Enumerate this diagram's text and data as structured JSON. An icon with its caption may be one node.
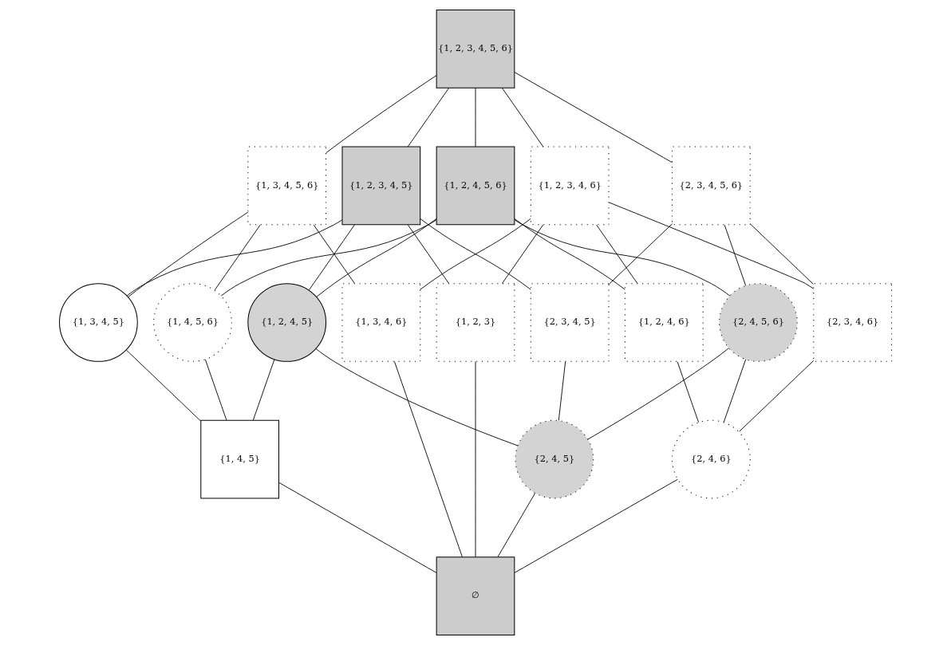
{
  "diagram": {
    "nodes": [
      {
        "text": [
          "{1, 2, 3, 4, 5, 6}"
        ]
      },
      {
        "text": [
          "{1, 3, 4, 5, 6}"
        ]
      },
      {
        "text": [
          "{1, 2, 3, 4, 5}"
        ]
      },
      {
        "text": [
          "{1, 2, 4, 5, 6}"
        ]
      },
      {
        "text": [
          "{1, 2, 3, 4, 6}"
        ]
      },
      {
        "text": [
          "{2, 3, 4, 5, 6}"
        ]
      },
      {
        "text": [
          "{1, 3, 4, 5}"
        ]
      },
      {
        "text": [
          "{1, 4, 5, 6}"
        ]
      },
      {
        "text": [
          "{1, 3, 4, 6}"
        ]
      },
      {
        "text": [
          "{1, 2, 4, 5}"
        ]
      },
      {
        "text": [
          "{1, 2, 3}"
        ]
      },
      {
        "text": [
          "{2, 3, 4, 5}"
        ]
      },
      {
        "text": [
          "{2, 4, 5, 6}"
        ]
      },
      {
        "text": [
          "{1, 2, 4, 6}"
        ]
      },
      {
        "text": [
          "{2, 3, 4, 6}"
        ]
      },
      {
        "text": [
          "{1, 4, 5}"
        ]
      },
      {
        "text": [
          "{2, 4, 5}"
        ]
      },
      {
        "text": [
          "{2, 4, 6}"
        ]
      },
      {
        "text": [
          "∅"
        ]
      }
    ],
    "edges": [
      {
        "from": 0,
        "to": 1,
        "arrow": "none"
      },
      {
        "from": 0,
        "to": 2,
        "arrow": "none"
      },
      {
        "from": 0,
        "to": 3,
        "arrow": "none"
      },
      {
        "from": 0,
        "to": 4,
        "arrow": "none"
      },
      {
        "from": 0,
        "to": 5,
        "arrow": "none"
      },
      {
        "from": 1,
        "to": 6,
        "arrow": "none"
      },
      {
        "from": 1,
        "to": 7,
        "arrow": "none"
      },
      {
        "from": 1,
        "to": 8,
        "arrow": "none"
      },
      {
        "from": 2,
        "to": 6,
        "arrow": "none"
      },
      {
        "from": 2,
        "to": 9,
        "arrow": "none"
      },
      {
        "from": 2,
        "to": 10,
        "arrow": "none"
      },
      {
        "from": 2,
        "to": 11,
        "arrow": "none"
      },
      {
        "from": 3,
        "to": 7,
        "arrow": "none"
      },
      {
        "from": 3,
        "to": 9,
        "arrow": "none"
      },
      {
        "from": 3,
        "to": 12,
        "arrow": "none"
      },
      {
        "from": 3,
        "to": 13,
        "arrow": "none"
      },
      {
        "from": 4,
        "to": 8,
        "arrow": "none"
      },
      {
        "from": 4,
        "to": 10,
        "arrow": "none"
      },
      {
        "from": 4,
        "to": 13,
        "arrow": "none"
      },
      {
        "from": 4,
        "to": 14,
        "arrow": "none"
      },
      {
        "from": 5,
        "to": 11,
        "arrow": "none"
      },
      {
        "from": 5,
        "to": 12,
        "arrow": "none"
      },
      {
        "from": 5,
        "to": 14,
        "arrow": "none"
      },
      {
        "from": 6,
        "to": 15,
        "arrow": "none"
      },
      {
        "from": 7,
        "to": 15,
        "arrow": "none"
      },
      {
        "from": 9,
        "to": 15,
        "arrow": "none"
      },
      {
        "from": 9,
        "to": 16,
        "arrow": "none"
      },
      {
        "from": 11,
        "to": 16,
        "arrow": "none"
      },
      {
        "from": 12,
        "to": 16,
        "arrow": "none"
      },
      {
        "from": 12,
        "to": 17,
        "arrow": "none"
      },
      {
        "from": 13,
        "to": 17,
        "arrow": "none"
      },
      {
        "from": 14,
        "to": 17,
        "arrow": "none"
      },
      {
        "from": 15,
        "to": 18,
        "arrow": "none"
      },
      {
        "from": 8,
        "to": 18,
        "arrow": "none"
      },
      {
        "from": 10,
        "to": 18,
        "arrow": "none"
      },
      {
        "from": 16,
        "to": 18,
        "arrow": "none"
      },
      {
        "from": 17,
        "to": 18,
        "arrow": "none"
      }
    ]
  }
}
